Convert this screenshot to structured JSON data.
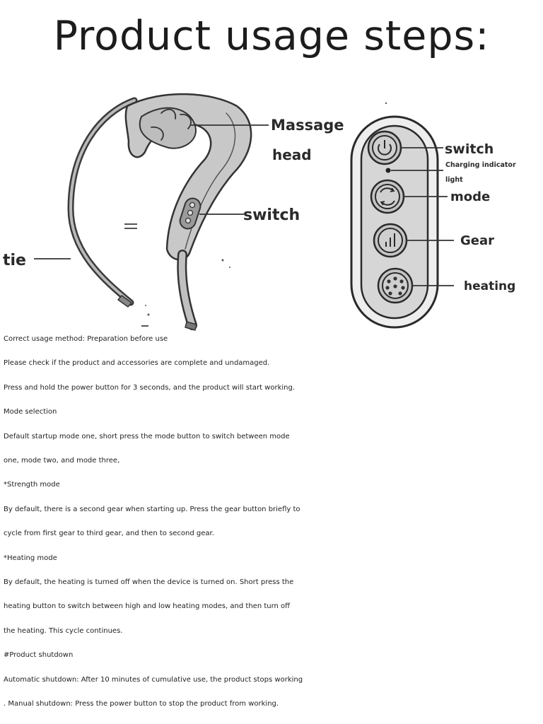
{
  "title": "Product usage steps:",
  "diagram": {
    "left_labels": {
      "massage_head_1": "Massage",
      "massage_head_2": "head",
      "switch": "switch",
      "tie": "tie"
    },
    "remote_labels": {
      "switch": "switch",
      "charging_1": "Charging indicator",
      "charging_2": "light",
      "mode": "mode",
      "gear": "Gear",
      "heating": "heating"
    }
  },
  "instructions": [
    "Correct usage method: Preparation before use",
    "Please check if the product and accessories are complete and undamaged.",
    "Press and hold the power button for 3 seconds, and the product will start working.",
    "Mode selection",
    "Default startup mode one, short press the mode button to switch between mode",
    "one, mode two, and mode three,",
    "*Strength mode",
    "By default, there is a second gear when starting up. Press the gear button briefly to",
    "cycle from first gear to third gear, and then to second gear.",
    "*Heating mode",
    "By default, the heating is turned off when the device is turned on. Short press the",
    "heating button to switch between high and low heating modes, and then turn off",
    "the heating. This cycle continues.",
    "#Product shutdown",
    "Automatic shutdown: After 10 minutes of cumulative use, the product stops working",
    ". Manual shutdown: Press the power button to stop the product from working."
  ]
}
